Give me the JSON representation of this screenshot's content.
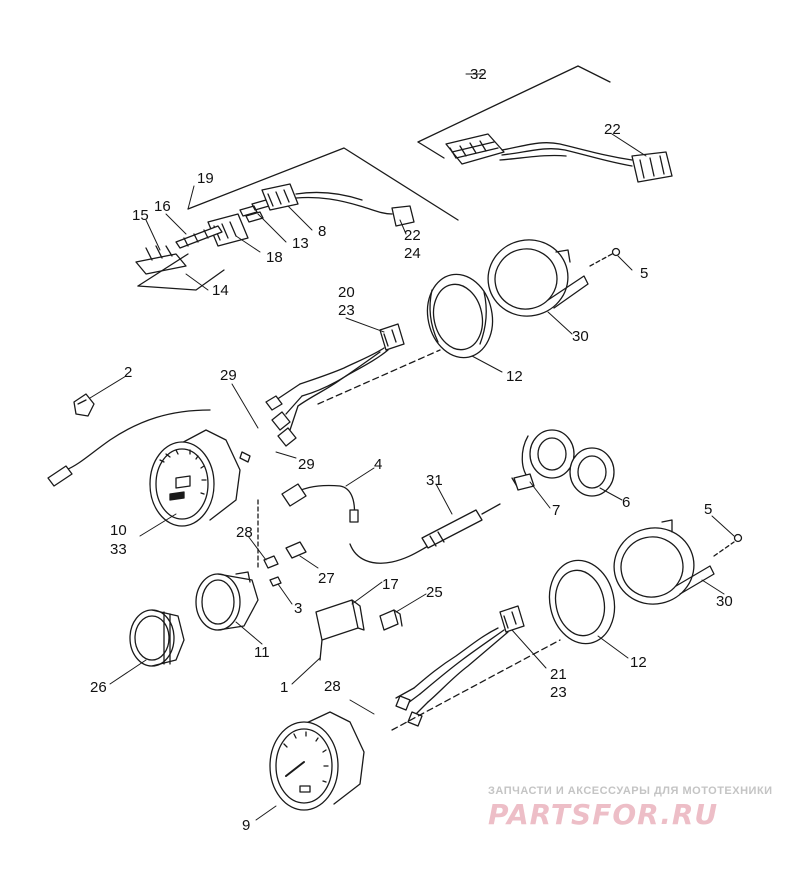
{
  "callouts": [
    {
      "id": "c32",
      "text": "32"
    },
    {
      "id": "c22a",
      "text": "22"
    },
    {
      "id": "c19",
      "text": "19"
    },
    {
      "id": "c16",
      "text": "16"
    },
    {
      "id": "c15",
      "text": "15"
    },
    {
      "id": "c8",
      "text": "8"
    },
    {
      "id": "c13",
      "text": "13"
    },
    {
      "id": "c18",
      "text": "18"
    },
    {
      "id": "c22b",
      "text": "22"
    },
    {
      "id": "c24",
      "text": "24"
    },
    {
      "id": "c14",
      "text": "14"
    },
    {
      "id": "c5a",
      "text": "5"
    },
    {
      "id": "c20",
      "text": "20"
    },
    {
      "id": "c23a",
      "text": "23"
    },
    {
      "id": "c30a",
      "text": "30"
    },
    {
      "id": "c12a",
      "text": "12"
    },
    {
      "id": "c2",
      "text": "2"
    },
    {
      "id": "c29a",
      "text": "29"
    },
    {
      "id": "c29b",
      "text": "29"
    },
    {
      "id": "c4",
      "text": "4"
    },
    {
      "id": "c31",
      "text": "31"
    },
    {
      "id": "c7",
      "text": "7"
    },
    {
      "id": "c6",
      "text": "6"
    },
    {
      "id": "c10",
      "text": "10"
    },
    {
      "id": "c33",
      "text": "33"
    },
    {
      "id": "c28a",
      "text": "28"
    },
    {
      "id": "c27",
      "text": "27"
    },
    {
      "id": "c5b",
      "text": "5"
    },
    {
      "id": "c3",
      "text": "3"
    },
    {
      "id": "c17",
      "text": "17"
    },
    {
      "id": "c25",
      "text": "25"
    },
    {
      "id": "c30b",
      "text": "30"
    },
    {
      "id": "c11",
      "text": "11"
    },
    {
      "id": "c12b",
      "text": "12"
    },
    {
      "id": "c26",
      "text": "26"
    },
    {
      "id": "c1",
      "text": "1"
    },
    {
      "id": "c21",
      "text": "21"
    },
    {
      "id": "c23b",
      "text": "23"
    },
    {
      "id": "c28b",
      "text": "28"
    },
    {
      "id": "c9",
      "text": "9"
    }
  ],
  "watermark": {
    "tagline": "ЗАПЧАСТИ И АКСЕССУАРЫ ДЛЯ МОТОТЕХНИКИ",
    "site": "PARTSFOR.RU"
  },
  "colors": {
    "line": "#1a1a1a",
    "watermark_red": "#e08a9a"
  }
}
